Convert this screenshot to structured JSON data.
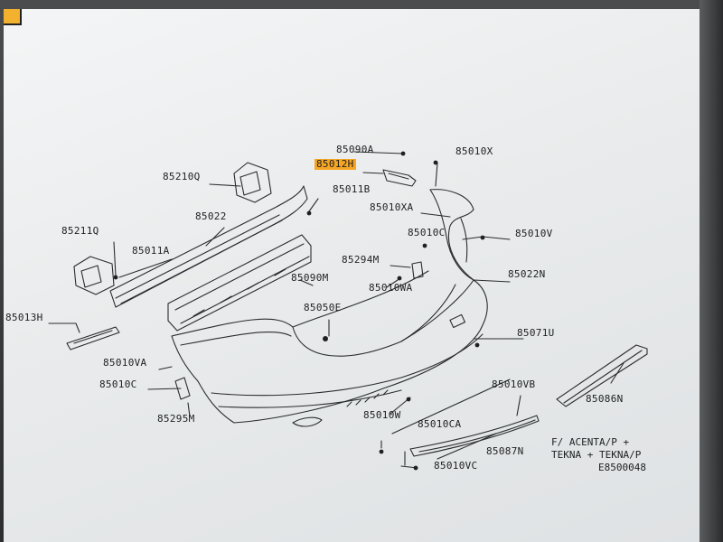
{
  "diagram": {
    "labels": {
      "p85090A": "85090A",
      "p85010X": "85010X",
      "p85012H": "85012H",
      "p85210Q": "85210Q",
      "p85011B": "85011B",
      "p85010XA": "85010XA",
      "p85022": "85022",
      "p85010C_top": "85010C",
      "p85010V": "85010V",
      "p85211Q": "85211Q",
      "p85011A": "85011A",
      "p85294M": "85294M",
      "p85022N": "85022N",
      "p85090M": "85090M",
      "p85010WA": "85010WA",
      "p85013H": "85013H",
      "p85050E": "85050E",
      "p85071U": "85071U",
      "p85010VA": "85010VA",
      "p85010VB": "85010VB",
      "p85010C_left": "85010C",
      "p85086N": "85086N",
      "p85295M": "85295M",
      "p85010W": "85010W",
      "p85010CA": "85010CA",
      "p85087N": "85087N",
      "p85010VC": "85010VC"
    },
    "highlighted_part": "85012H",
    "note_lines": [
      "F/ ACENTA/P +",
      "TEKNA + TEKNA/P",
      "E8500048"
    ],
    "colors": {
      "highlight": "#f6a623",
      "line": "#2a2c2e",
      "screen": "#eef0f1"
    }
  }
}
